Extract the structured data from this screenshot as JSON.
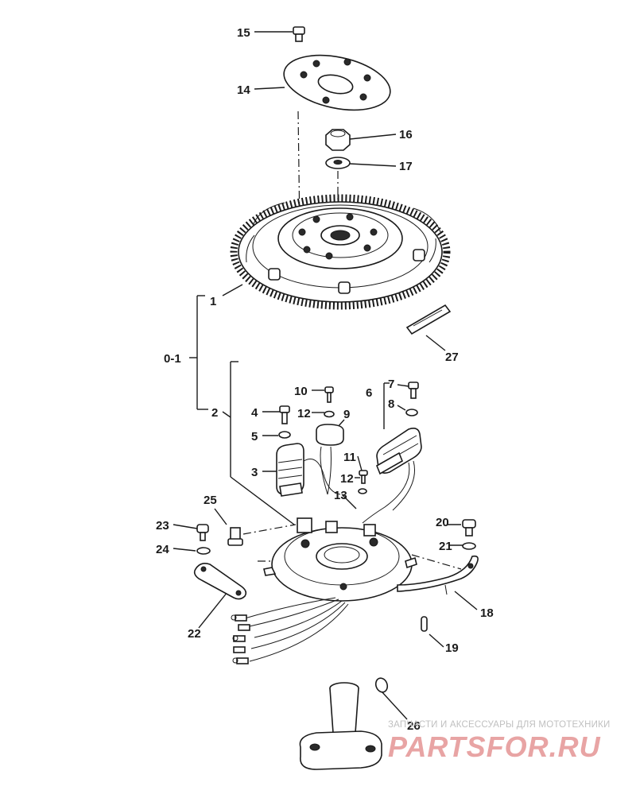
{
  "labels": {
    "l0_1": "0-1",
    "l1": "1",
    "l2": "2",
    "l3": "3",
    "l4": "4",
    "l5": "5",
    "l6": "6",
    "l7": "7",
    "l8": "8",
    "l9": "9",
    "l10": "10",
    "l11": "11",
    "l12a": "12",
    "l12b": "12",
    "l13": "13",
    "l14": "14",
    "l15": "15",
    "l16": "16",
    "l17": "17",
    "l18": "18",
    "l19": "19",
    "l20": "20",
    "l21": "21",
    "l22": "22",
    "l23": "23",
    "l24": "24",
    "l25": "25",
    "l26": "26",
    "l27": "27"
  },
  "watermark": {
    "tagline": "ЗАПЧАСТИ И АКСЕССУАРЫ ДЛЯ МОТОТЕХНИКИ",
    "logo": "PARTSFOR.RU",
    "color": "#e8a4a4"
  }
}
